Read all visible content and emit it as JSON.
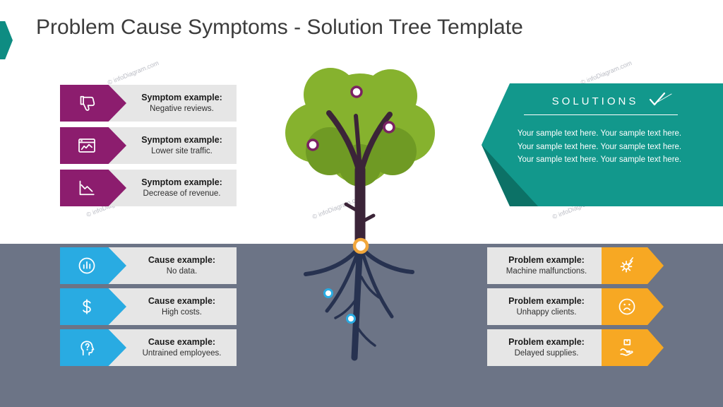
{
  "title": "Problem Cause Symptoms - Solution Tree Template",
  "watermark": "© infoDiagram.com",
  "symptoms": {
    "items": [
      {
        "label": "Symptom example:",
        "text": "Negative reviews.",
        "icon": "thumbs-down-icon"
      },
      {
        "label": "Symptom example:",
        "text": "Lower site traffic.",
        "icon": "browser-chart-icon"
      },
      {
        "label": "Symptom example:",
        "text": "Decrease of revenue.",
        "icon": "declining-chart-icon"
      }
    ]
  },
  "causes": {
    "items": [
      {
        "label": "Cause example:",
        "text": "No data.",
        "icon": "bar-chart-circle-icon"
      },
      {
        "label": "Cause example:",
        "text": "High costs.",
        "icon": "dollar-icon"
      },
      {
        "label": "Cause example:",
        "text": "Untrained employees.",
        "icon": "head-question-icon"
      }
    ]
  },
  "problems": {
    "items": [
      {
        "label": "Problem example:",
        "text": "Machine malfunctions.",
        "icon": "gear-lightning-icon"
      },
      {
        "label": "Problem example:",
        "text": "Unhappy clients.",
        "icon": "sad-face-icon"
      },
      {
        "label": "Problem example:",
        "text": "Delayed supplies.",
        "icon": "hand-box-icon"
      }
    ]
  },
  "solutions": {
    "heading": "SOLUTIONS",
    "body": "Your sample text here. Your sample text here. Your sample text here. Your sample text here. Your sample text here. Your sample text here."
  },
  "colors": {
    "purple": "#8C1D6E",
    "blue": "#29ABE2",
    "orange": "#F7A823",
    "teal": "#12988C",
    "teal_dark": "#0C7166",
    "slate": "#6C7486",
    "foliage": "#86B22E",
    "foliage_dark": "#6F9A24",
    "trunk": "#3B2438",
    "roots": "#273250"
  }
}
